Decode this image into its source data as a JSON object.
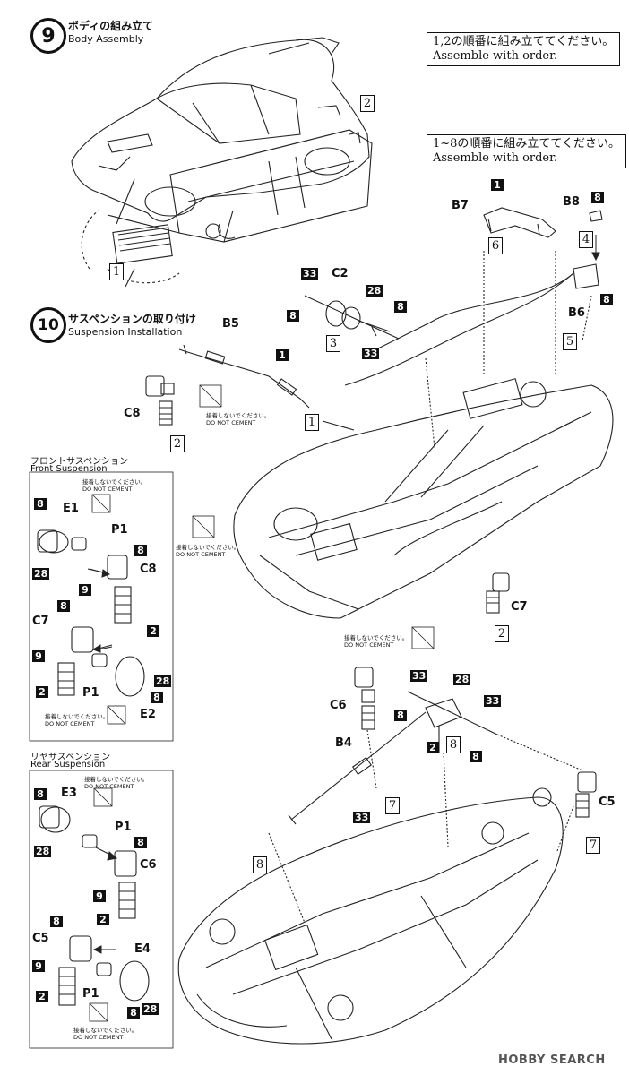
{
  "step9": {
    "num": "9",
    "title_jp": "ボディの組み立て",
    "title_en": "Body Assembly"
  },
  "step10": {
    "num": "10",
    "title_jp": "サスペンションの取り付け",
    "title_en": "Suspension Installation"
  },
  "notes": {
    "note1_jp": "1,2の順番に組み立ててください。",
    "note1_en": "Assemble with order.",
    "note2_jp": "1~8の順番に組み立ててください。",
    "note2_en": "Assemble with order."
  },
  "front_suspension": {
    "jp": "フロントサスペンション",
    "en": "Front Suspension"
  },
  "rear_suspension": {
    "jp": "リヤサスペンション",
    "en": "Rear Suspension"
  },
  "do_not_cement": {
    "jp": "接着しないでください。",
    "en": "DO NOT CEMENT"
  },
  "parts": {
    "b7": "B7",
    "b8": "B8",
    "b6": "B6",
    "c2": "C2",
    "b5": "B5",
    "c8": "C8",
    "c7": "C7",
    "c6": "C6",
    "c5": "C5",
    "b4": "B4",
    "e1": "E1",
    "e2": "E2",
    "e3": "E3",
    "e4": "E4",
    "p1": "P1"
  },
  "small_numbers": {
    "n1": "1",
    "n2": "2",
    "n8": "8",
    "n9": "9",
    "n28": "28",
    "n33": "33"
  },
  "order_numbers": {
    "o1": "1",
    "o2": "2",
    "o3": "3",
    "o4": "4",
    "o5": "5",
    "o6": "6",
    "o7": "7",
    "o8": "8"
  },
  "watermark": "HOBBY SEARCH"
}
